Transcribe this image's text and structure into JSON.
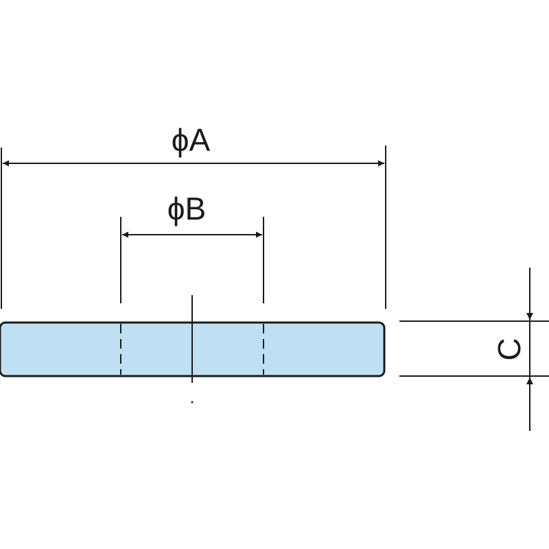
{
  "diagram": {
    "labels": {
      "outer_diameter": "ϕA",
      "inner_diameter": "ϕB",
      "thickness": "C"
    },
    "colors": {
      "part_fill": "#bfe0f3",
      "line": "#1a1a1a",
      "background": "#ffffff"
    }
  }
}
